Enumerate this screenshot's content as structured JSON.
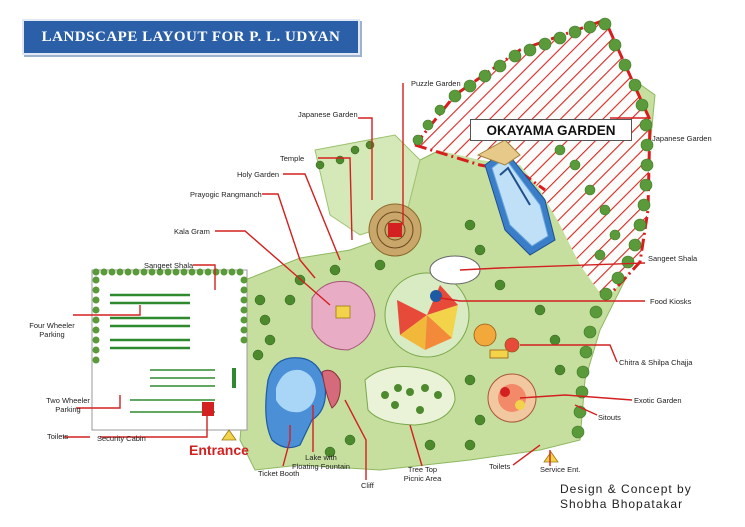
{
  "title": "LANDSCAPE LAYOUT FOR P. L.  UDYAN",
  "okayama_label": "OKAYAMA GARDEN",
  "entrance_label": "Entrance",
  "credit": {
    "line1": "Design & Concept by",
    "line2": "Shobha Bhopatakar"
  },
  "labels": {
    "puzzle_garden": "Puzzle Garden",
    "japanese_garden_left": "Japanese Garden",
    "japanese_garden_right": "Japanese Garden",
    "temple": "Temple",
    "holy_garden": "Holy Garden",
    "prayogic_rangmanch": "Prayogic Rangmanch",
    "kala_gram": "Kala Gram",
    "sangeet_shala_left": "Sangeet Shala",
    "sangeet_shala_right": "Sangeet Shala",
    "food_kiosks": "Food Kiosks",
    "chitra_shilpa": "Chitra & Shilpa Chajja",
    "exotic_garden": "Exotic Garden",
    "sitouts": "Sitouts",
    "four_wheeler_1": "Four Wheeler",
    "four_wheeler_2": "Parking",
    "two_wheeler_1": "Two Wheeler",
    "two_wheeler_2": "Parking",
    "toilets_left": "Toilets",
    "security_cabin": "Security Cabin",
    "ticket_booth": "Ticket Booth",
    "lake_1": "Lake with",
    "lake_2": "Floating Fountain",
    "cliff": "Cliff",
    "tree_top_1": "Tree Top",
    "tree_top_2": "Picnic Area",
    "toilets_right": "Toilets",
    "service_ent": "Service Ent."
  }
}
